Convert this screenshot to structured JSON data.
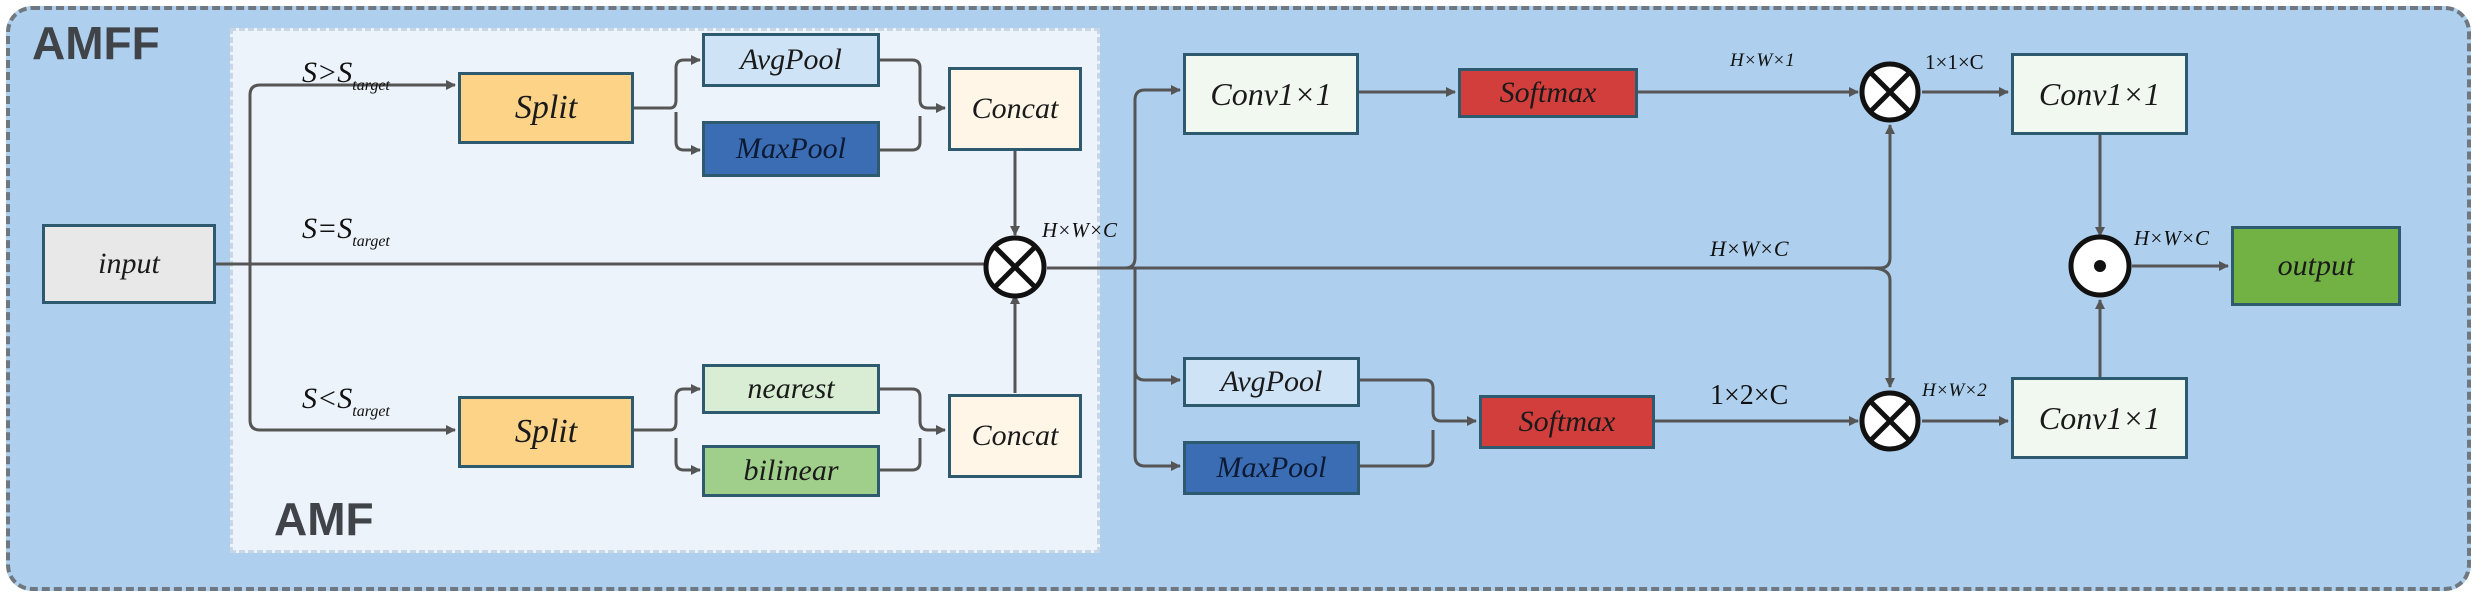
{
  "diagram": {
    "title_outer": "AMFF",
    "title_inner": "AMF",
    "colors": {
      "outer_bg": "#aed0ee",
      "inner_bg": "#edf3fb",
      "split": "#fdd388",
      "avgpool": "#cfe3f7",
      "maxpool": "#3b6db5",
      "concat": "#fff6e8",
      "nearest": "#d8edd4",
      "bilinear": "#9fcf8a",
      "conv": "#f1f8ef",
      "softmax": "#d23e3c",
      "output": "#72b144",
      "input": "#e8e8e8"
    },
    "nodes": {
      "input": "input",
      "split_top": "Split",
      "split_bottom": "Split",
      "avgpool_top": "AvgPool",
      "maxpool_top": "MaxPool",
      "concat_top": "Concat",
      "nearest": "nearest",
      "bilinear": "bilinear",
      "concat_bottom": "Concat",
      "conv_top": "Conv1×1",
      "softmax_top": "Softmax",
      "avgpool_right": "AvgPool",
      "maxpool_right": "MaxPool",
      "softmax_bottom": "Softmax",
      "conv_right_top": "Conv1×1",
      "conv_right_bottom": "Conv1×1",
      "output": "output"
    },
    "labels": {
      "cond_gt_main": "S>S",
      "cond_gt_sub": "target",
      "cond_eq_main": "S=S",
      "cond_eq_sub": "target",
      "cond_lt_main": "S<S",
      "cond_lt_sub": "target",
      "hwc_mul1": "H×W×C",
      "hw1": "H×W×1",
      "one_one_c": "1×1×C",
      "hwc_mid": "H×W×C",
      "hwc_out": "H×W×C",
      "one_two_c": "1×2×C",
      "hw2": "H×W×2"
    },
    "operators": {
      "multiply": "⊗",
      "dot": "⊙"
    }
  }
}
